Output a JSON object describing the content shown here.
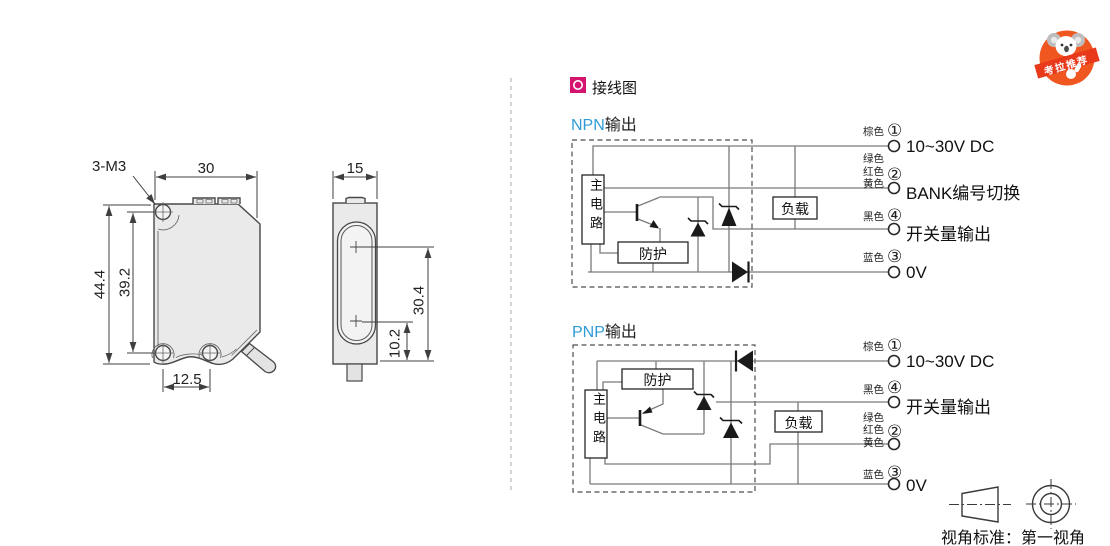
{
  "header": {
    "title": "接线图",
    "icon_color": "#d4156f"
  },
  "sections": {
    "npn": {
      "type": "NPN",
      "suffix": "输出",
      "accent": "#2e9bd6",
      "boxes": {
        "main": "主电路",
        "protect": "防护",
        "load": "负载"
      },
      "terminals": [
        {
          "wire_colors": [
            "棕色"
          ],
          "pin": "①",
          "label": "10~30V DC"
        },
        {
          "wire_colors": [
            "绿色",
            "红色",
            "黄色"
          ],
          "pin": "②",
          "label": "BANK编号切换"
        },
        {
          "wire_colors": [
            "黑色"
          ],
          "pin": "④",
          "label": "开关量输出"
        },
        {
          "wire_colors": [
            "蓝色"
          ],
          "pin": "③",
          "label": "0V"
        }
      ]
    },
    "pnp": {
      "type": "PNP",
      "suffix": "输出",
      "accent": "#2e9bd6",
      "boxes": {
        "main": "主电路",
        "protect": "防护",
        "load": "负载"
      },
      "terminals": [
        {
          "wire_colors": [
            "棕色"
          ],
          "pin": "①",
          "label": "10~30V DC"
        },
        {
          "wire_colors": [
            "黑色"
          ],
          "pin": "④",
          "label": "开关量输出"
        },
        {
          "wire_colors": [
            "绿色",
            "红色",
            "黄色"
          ],
          "pin": "②",
          "label": ""
        },
        {
          "wire_colors": [
            "蓝色"
          ],
          "pin": "③",
          "label": "0V"
        }
      ]
    }
  },
  "mech": {
    "front": {
      "thread_label": "3-M3",
      "width": "30",
      "height": "44.4",
      "hole_pitch_v": "39.2",
      "hole_pitch_h": "12.5"
    },
    "side": {
      "depth": "15",
      "window_len": "30.4",
      "window_offset": "10.2"
    }
  },
  "footer": {
    "projection_label": "视角标准：第一视角"
  },
  "badge": {
    "ribbon_text": "考拉推荐"
  }
}
